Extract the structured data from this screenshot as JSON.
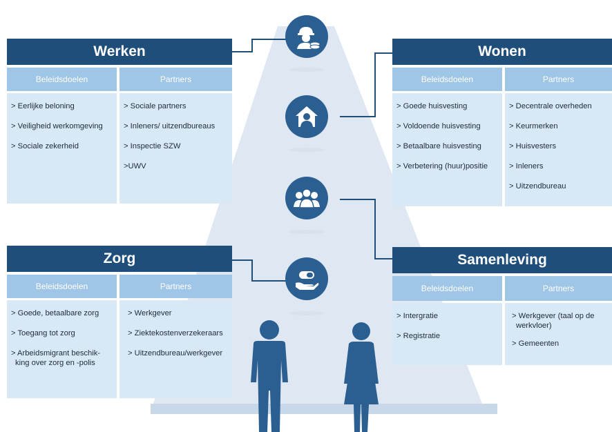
{
  "colors": {
    "navy": "#1f4e7a",
    "header_blue": "#9fc6e6",
    "body_blue": "#d9e8f5",
    "pyramid": "#dfe8f2",
    "icon_circle": "#2c5f91"
  },
  "icons": [
    "worker-coins-icon",
    "house-person-icon",
    "group-people-icon",
    "hand-pill-icon",
    "man-figure-icon",
    "woman-figure-icon"
  ],
  "panels": {
    "werken": {
      "title": "Werken",
      "col1_header": "Beleidsdoelen",
      "col2_header": "Partners",
      "col1_items": [
        "> Eerlijke beloning",
        "> Veiligheid werkomgeving",
        "> Sociale zekerheid"
      ],
      "col2_items": [
        "> Sociale partners",
        "> Inleners/ uitzendbureaus",
        "> Inspectie SZW",
        ">UWV"
      ]
    },
    "wonen": {
      "title": "Wonen",
      "col1_header": "Beleidsdoelen",
      "col2_header": "Partners",
      "col1_items": [
        "> Goede huisvesting",
        "> Voldoende huisvesting",
        "> Betaalbare huisvesting",
        "> Verbetering (huur)positie"
      ],
      "col2_items": [
        "> Decentrale overheden",
        "> Keurmerken",
        "> Huisvesters",
        "> Inleners",
        "> Uitzendbureau"
      ]
    },
    "zorg": {
      "title": "Zorg",
      "col1_header": "Beleidsdoelen",
      "col2_header": "Partners",
      "col1_items": [
        "> Goede, betaalbare zorg",
        "> Toegang tot zorg",
        "> Arbeidsmigrant beschik-king over zorg en -polis"
      ],
      "col2_items": [
        "> Werkgever",
        "> Ziektekostenverzekeraars",
        "> Uitzendbureau/werkgever"
      ]
    },
    "samenleving": {
      "title": "Samenleving",
      "col1_header": "Beleidsdoelen",
      "col2_header": "Partners",
      "col1_items": [
        "> Intergratie",
        "> Registratie"
      ],
      "col2_items": [
        "> Werkgever (taal op de werkvloer)",
        "> Gemeenten"
      ]
    }
  }
}
